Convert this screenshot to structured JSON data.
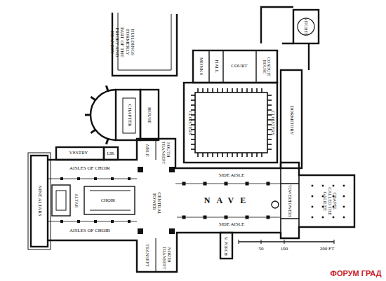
{
  "diagram": {
    "labels": [
      "BUILDINGS FORMERLY PART OF THE PRIORY AND DEANERY",
      "KITCHEN",
      "MONKS",
      "HALL",
      "COURT",
      "CONDUIT HOUSE",
      "CHAPTER",
      "HOUSE",
      "CLOISTERS",
      "CLOISTERS",
      "DORMITORY",
      "VESTRY",
      "LIB.",
      "AISLE",
      "SOUTH TRANSEPT",
      "AISLES OF CHOIR",
      "CHOIR",
      "ALTAR",
      "NINE ALTARS",
      "CENTRAL TOWER",
      "AISLES OF CHOIR",
      "SIDE AISLE",
      "NAVE",
      "SIDE AISLE",
      "TRANSEPT",
      "NORTH TRANSEPT",
      "N. PORCH",
      "TOWERS",
      "TOWERS",
      "CHAPEL CALLED THE GALILEE",
      "50",
      "100",
      "200 FT",
      "ФОРУМ ГРАД"
    ]
  }
}
